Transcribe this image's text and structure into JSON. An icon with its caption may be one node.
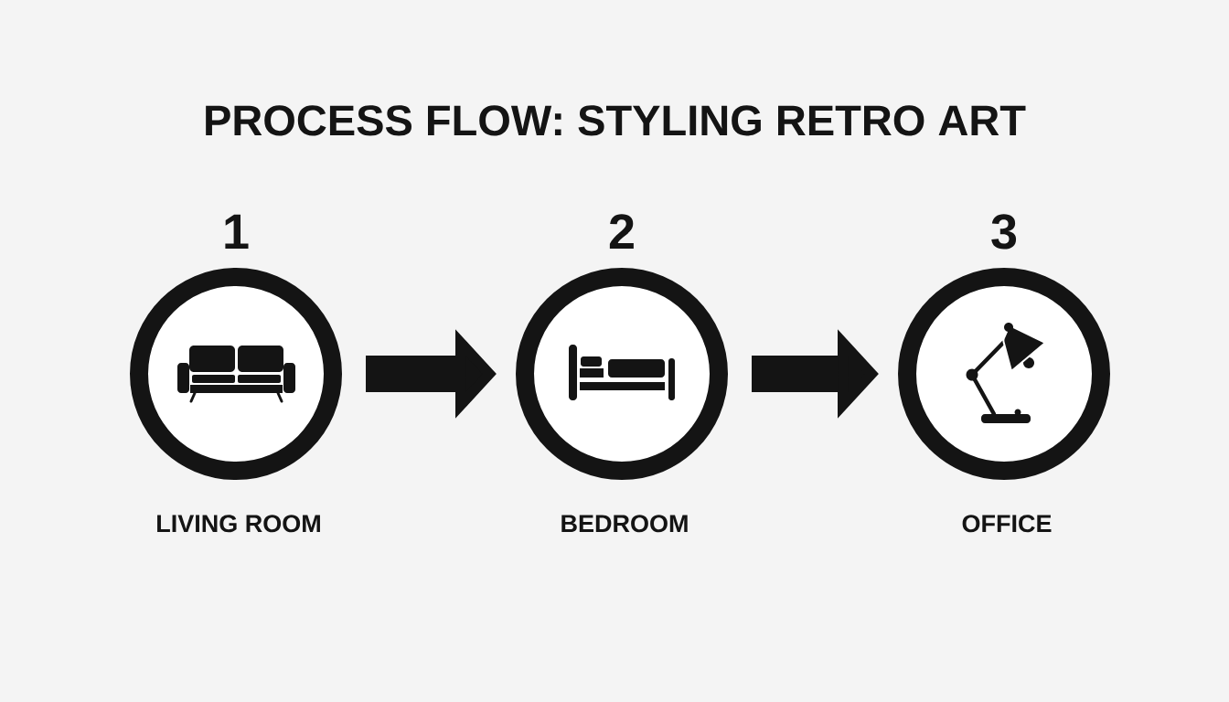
{
  "diagram": {
    "title": "PROCESS FLOW: STYLING RETRO ART",
    "nodes": [
      {
        "text": [
          "1",
          "LIVING ROOM"
        ]
      },
      {
        "text": [
          "2",
          "BEDROOM"
        ]
      },
      {
        "text": [
          "3",
          "OFFICE"
        ]
      }
    ],
    "edges": [
      {
        "from": 0,
        "to": 1,
        "arrow": "to"
      },
      {
        "from": 1,
        "to": 2,
        "arrow": "to"
      }
    ]
  }
}
